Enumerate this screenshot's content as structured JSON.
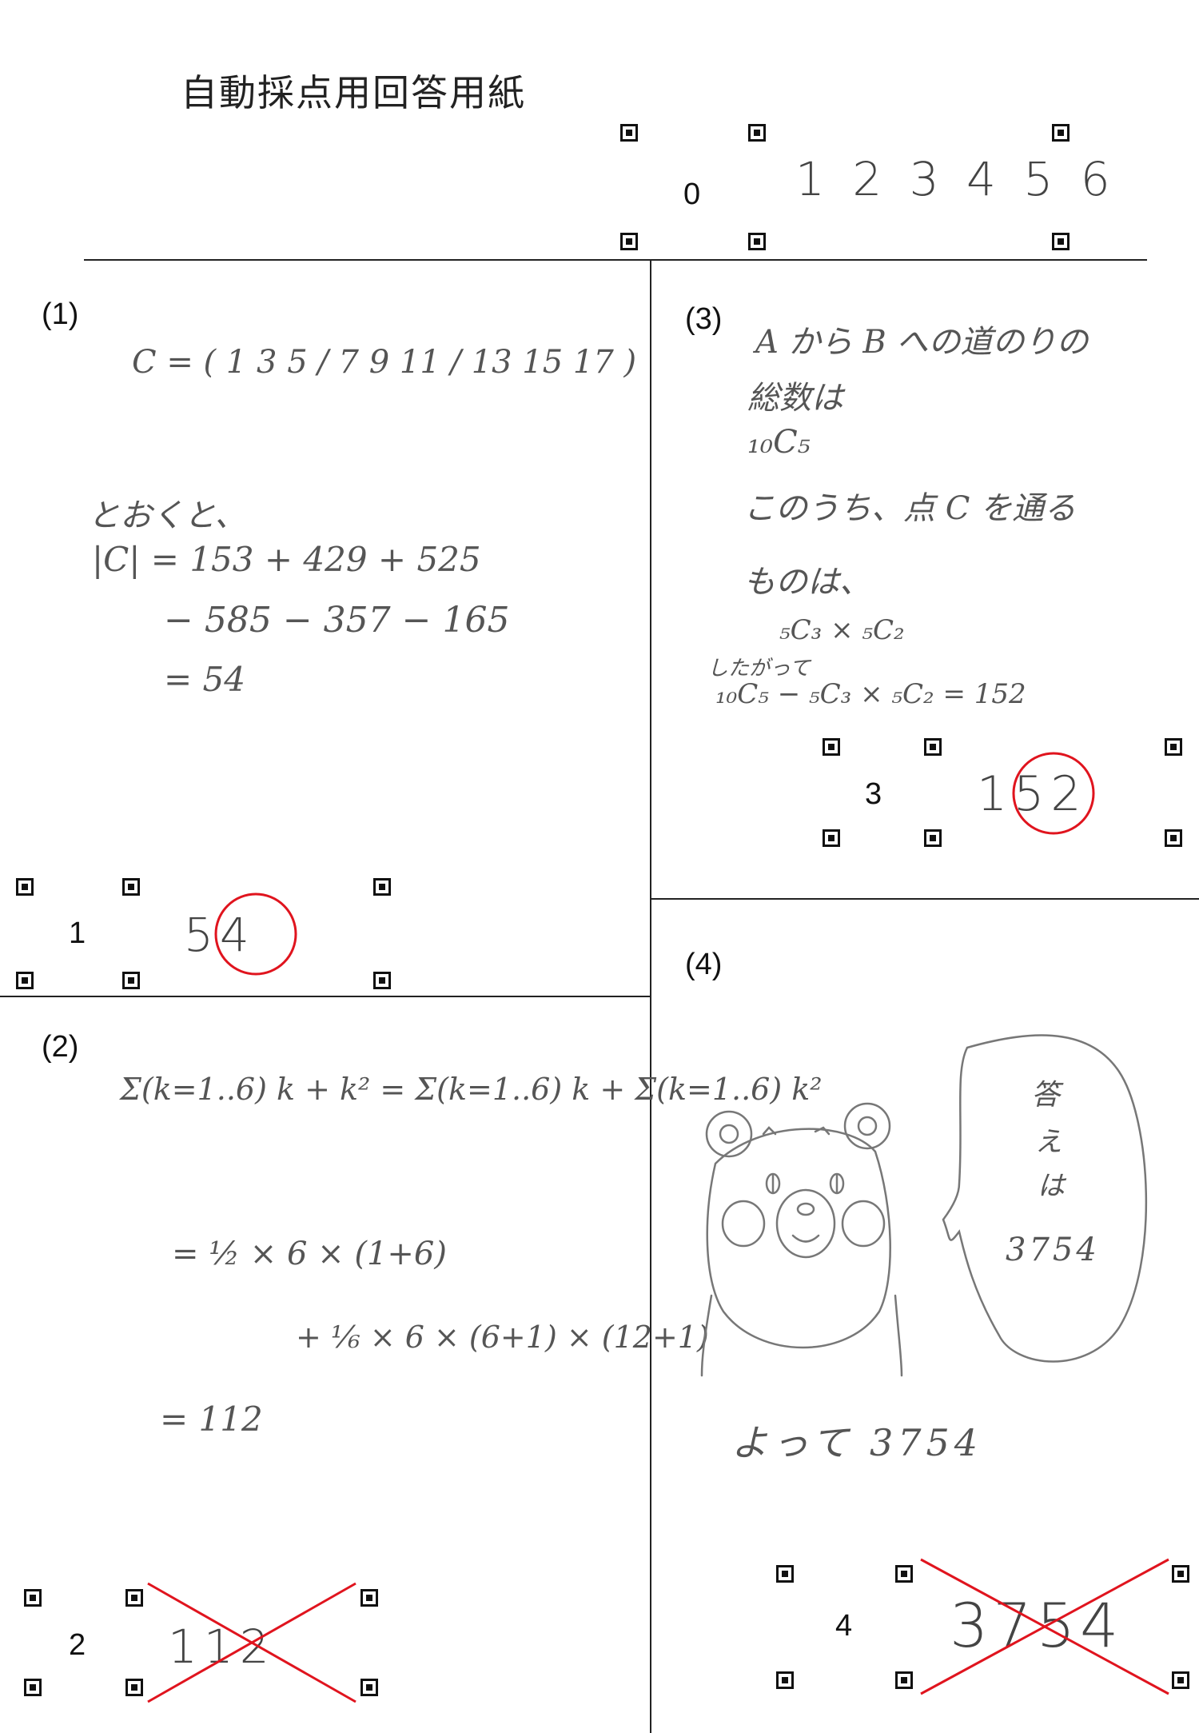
{
  "title": "自動採点用回答用紙",
  "student_id": {
    "box_number": "0",
    "value": "1 2 3 4 5 6"
  },
  "q1": {
    "label": "(1)",
    "work": [
      "C = ( 1  3  5 / 7  9  11 / 13  15  17 )",
      "とおくと、",
      "|C| = 153 + 429 + 525",
      "− 585 − 357 − 165",
      "= 54"
    ],
    "box_number": "1",
    "answer": "54",
    "mark": "correct"
  },
  "q2": {
    "label": "(2)",
    "work": [
      "Σ(k=1..6) k + k² = Σ(k=1..6) k + Σ(k=1..6) k²",
      "= ½ × 6 × (1+6)",
      "+ ⅙ × 6 × (6+1) × (12+1)",
      "= 112"
    ],
    "box_number": "2",
    "answer": "112",
    "mark": "incorrect"
  },
  "q3": {
    "label": "(3)",
    "work": [
      "A から B への道のりの",
      "総数は",
      "₁₀C₅",
      "このうち、点 C を通る",
      "ものは、",
      "₅C₃ × ₅C₂",
      "したがって",
      "₁₀C₅ − ₅C₃ × ₅C₂ = 152"
    ],
    "box_number": "3",
    "answer": "152",
    "mark": "correct"
  },
  "q4": {
    "label": "(4)",
    "speech": [
      "答",
      "え",
      "は",
      "3754"
    ],
    "work": [
      "よって 3754"
    ],
    "box_number": "4",
    "answer": "3754",
    "mark": "incorrect"
  },
  "colors": {
    "mark": "#e0141e",
    "ink": "#555555",
    "line": "#222222"
  }
}
